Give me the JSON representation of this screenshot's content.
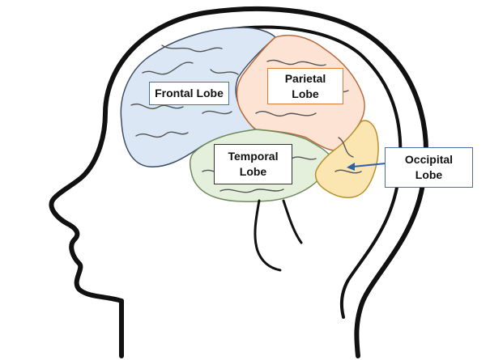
{
  "labels": {
    "frontal": "Frontal Lobe",
    "parietal": "Parietal\nLobe",
    "temporal": "Temporal\nLobe",
    "occipital": "Occipital\nLobe"
  },
  "colors": {
    "frontal_fill": "#dbe7f5",
    "parietal_fill": "#fce3d4",
    "temporal_fill": "#e4efdc",
    "occipital_fill": "#fbe5b0",
    "outline": "#111111",
    "arrow": "#2f5fa8"
  }
}
